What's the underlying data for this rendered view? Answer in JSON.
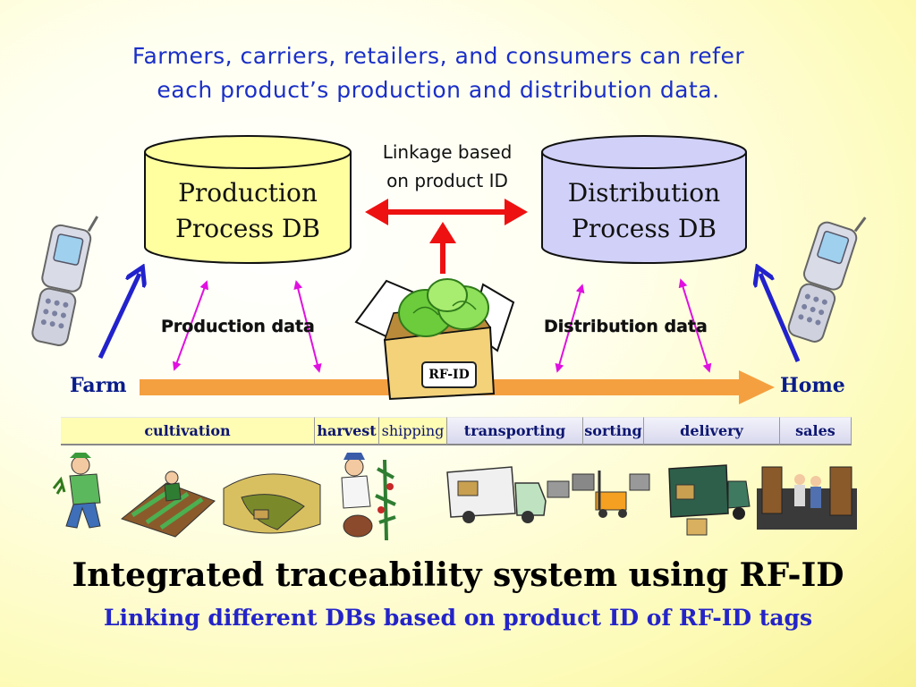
{
  "intro": {
    "line1": "Farmers, carriers, retailers, and consumers can refer",
    "line2": "each product’s production and distribution data."
  },
  "linkage": {
    "line1": "Linkage based",
    "line2": "on product ID"
  },
  "production_db": {
    "line1": "Production",
    "line2": "Process DB",
    "color": "#ffffa0"
  },
  "distribution_db": {
    "line1": "Distribution",
    "line2": "Process DB",
    "color": "#d0d0f8"
  },
  "production_data_label": "Production data",
  "distribution_data_label": "Distribution data",
  "farm_label": "Farm",
  "home_label": "Home",
  "rfid_label": "RF-ID",
  "stages": [
    {
      "label": "cultivation"
    },
    {
      "label": "harvest"
    },
    {
      "label": "shipping"
    },
    {
      "label": "transporting"
    },
    {
      "label": "sorting"
    },
    {
      "label": "delivery"
    },
    {
      "label": "sales"
    }
  ],
  "illustrations": [
    "farmer-planting-icon",
    "field-rows-icon",
    "field-landscape-icon",
    "harvest-worker-icon",
    "delivery-truck-icon",
    "forklift-icon",
    "truck-boxes-icon",
    "warehouse-sales-icon"
  ],
  "title": "Integrated traceability system using RF-ID",
  "subtitle": "Linking different DBs based on product ID of RF-ID tags",
  "colors": {
    "intro_text": "#1a2fc8",
    "red_arrow": "#ee1111",
    "magenta_arrow": "#e010e0",
    "blue_arrow": "#2222cc",
    "timeline": "#f5a040",
    "subtitle": "#2424c8"
  }
}
